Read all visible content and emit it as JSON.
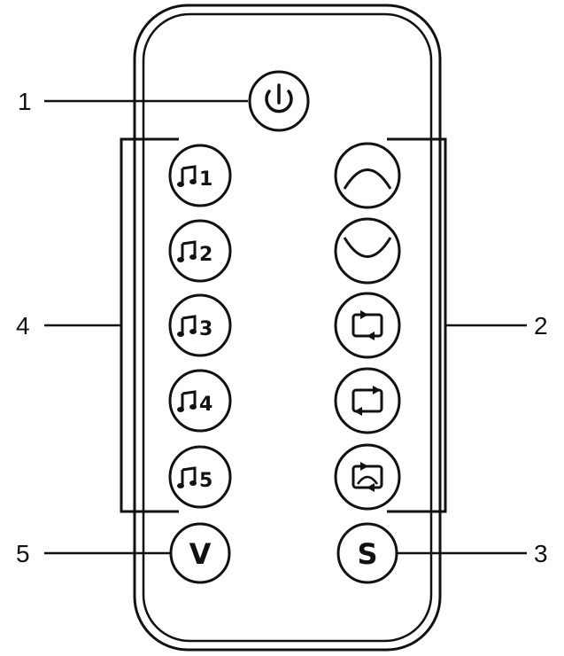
{
  "callouts": {
    "power": "1",
    "right_group": "2",
    "s_button": "3",
    "left_group": "4",
    "v_button": "5"
  },
  "buttons": {
    "music": [
      "1",
      "2",
      "3",
      "4",
      "5"
    ],
    "v_label": "V",
    "s_label": "S"
  },
  "icons": {
    "power": "power-icon",
    "music": "music-note-icon",
    "right": [
      "arc-up-icon",
      "arc-down-icon",
      "loop-icon",
      "loop-icon",
      "loop-arc-icon"
    ]
  },
  "colors": {
    "stroke": "#111111",
    "background": "#ffffff"
  }
}
